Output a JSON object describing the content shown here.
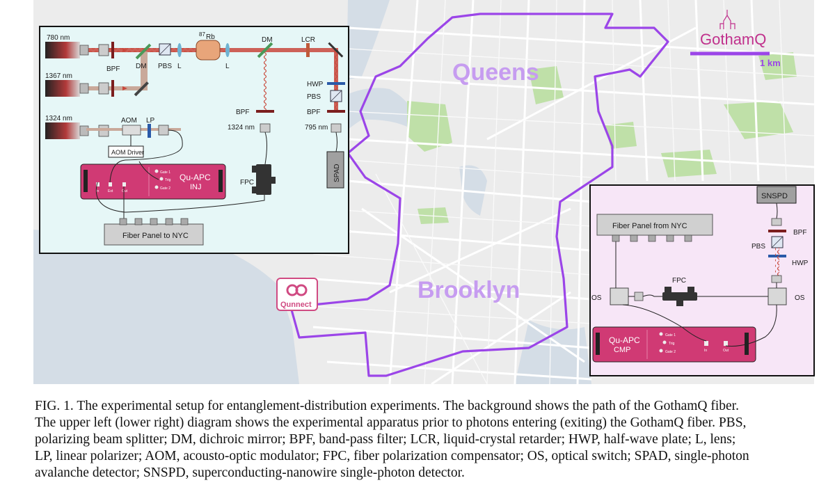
{
  "map": {
    "queens": "Queens",
    "brooklyn": "Brooklyn",
    "brand": "GothamQ",
    "scale": "1 km",
    "logo": "Qunnect",
    "colors": {
      "route": "#9b45e8",
      "label": "#c69cf0",
      "brand": "#c0308c",
      "water": "#d4dde6",
      "land": "#ececec",
      "park": "#bfe0a8"
    }
  },
  "inj": {
    "l780": "780 nm",
    "l1367": "1367 nm",
    "l1324": "1324 nm",
    "bpf1": "BPF",
    "dm1": "DM",
    "pbs1": "PBS",
    "l1": "L",
    "rb_mass": "87",
    "rb": "Rb",
    "l2": "L",
    "dm2": "DM",
    "lcr": "LCR",
    "hwp": "HWP",
    "pbs2": "PBS",
    "bpf2": "BPF",
    "bpf3": "BPF",
    "w1324": "1324 nm",
    "w795": "795 nm",
    "aom": "AOM",
    "lp": "LP",
    "aom_driver": "AOM Driver",
    "fpc": "FPC",
    "spad": "SPAD",
    "qu_name": "Qu-APC",
    "qu_sub": "INJ",
    "gate1": "Gate 1",
    "trig": "Trig",
    "gate2": "Gate 2",
    "p_in": "In",
    "p_ext": "Ext",
    "p_out": "Out",
    "panel": "Fiber Panel to NYC"
  },
  "cmp": {
    "snspd": "SNSPD",
    "panel": "Fiber Panel from NYC",
    "bpf": "BPF",
    "pbs": "PBS",
    "hwp": "HWP",
    "fpc": "FPC",
    "os_left": "OS",
    "os_right": "OS",
    "qu_name": "Qu-APC",
    "qu_sub": "CMP",
    "gate1": "Gate 1",
    "trig": "Trig",
    "gate2": "Gate 2",
    "p_in": "In",
    "p_out": "Out"
  },
  "caption": {
    "line1": "FIG. 1.   The experimental setup for entanglement-distribution experiments. The background shows the path of the GothamQ fiber.",
    "line2": "The upper left (lower right) diagram shows the experimental apparatus prior to photons entering (exiting) the GothamQ fiber. PBS,",
    "line3": "polarizing beam splitter; DM, dichroic mirror; BPF, band-pass filter; LCR, liquid-crystal retarder; HWP, half-wave plate; L, lens;",
    "line4": "LP, linear polarizer; AOM, acousto-optic modulator; FPC, fiber polarization compensator; OS, optical switch; SPAD, single-photon",
    "line5": "avalanche detector; SNSPD, superconducting-nanowire single-photon detector."
  }
}
